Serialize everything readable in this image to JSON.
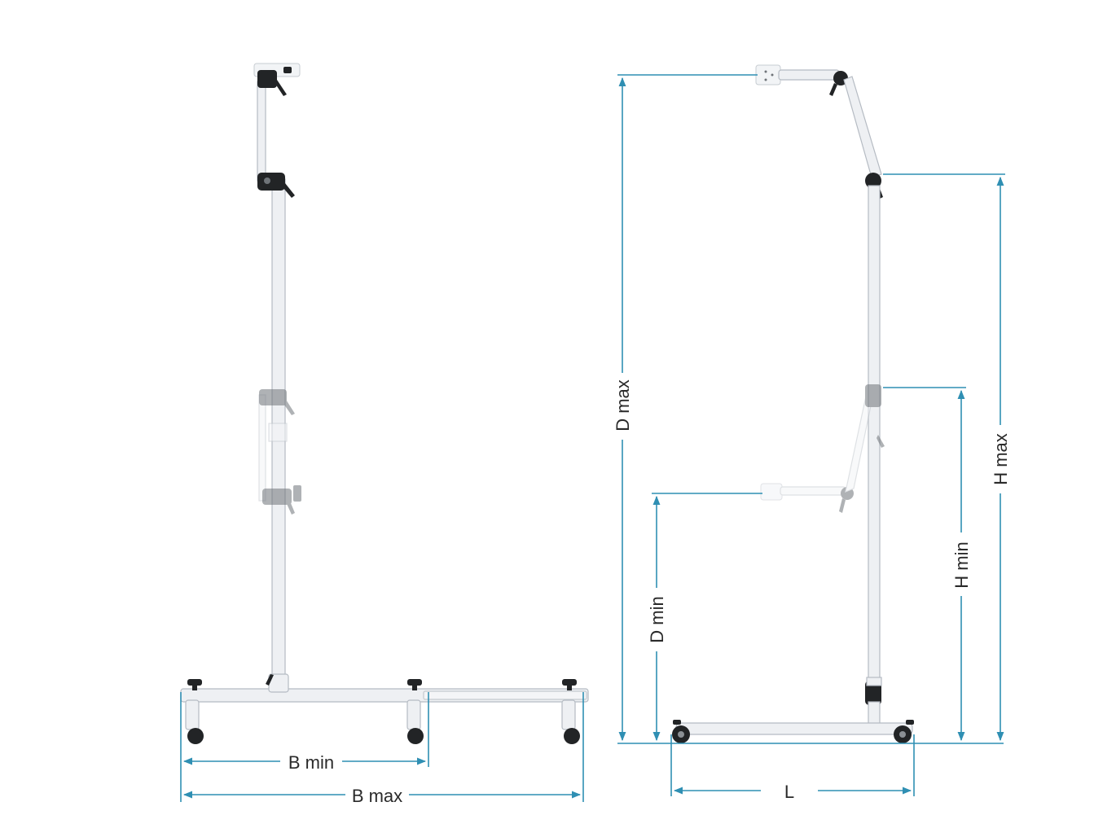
{
  "labels": {
    "b_min": "B min",
    "b_max": "B max",
    "d_max": "D max",
    "d_min": "D min",
    "h_max": "H max",
    "h_min": "H min",
    "l": "L"
  },
  "colors": {
    "dimension_line": "#2f8fb3",
    "tube": "#eef0f3",
    "clamp": "#222426"
  }
}
